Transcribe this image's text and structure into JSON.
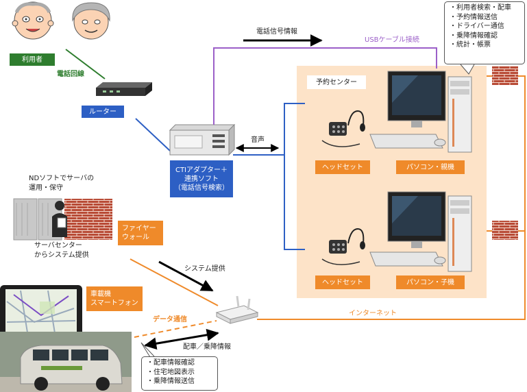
{
  "users_label": "利用者",
  "phone_line_label": "電話回線",
  "router_label": "ルーター",
  "phone_signal_label": "電話信号情報",
  "usb_label": "USBケーブル接続",
  "voice_label": "音声",
  "cti_label": [
    "CTIアダプター＋",
    "連携ソフト",
    "（電話信号検索）"
  ],
  "reservation_center_label": "予約センター",
  "headset_label_1": "ヘッドセット",
  "pc_parent_label": "パソコン・親機",
  "headset_label_2": "ヘッドセット",
  "pc_child_label": "パソコン・子機",
  "pc_functions": [
    "・利用者検索・配車",
    "・予約情報送信",
    "・ドライバー通信",
    "・乗降情報確認",
    "・統計・帳票"
  ],
  "nd_soft_label": [
    "NDソフトでサーバの",
    "運用・保守"
  ],
  "server_center_label": [
    "サーバセンター",
    "からシステム提供"
  ],
  "firewall_label": [
    "ファイヤー",
    "ウォール"
  ],
  "system_provision_label": "システム提供",
  "vehicle_label": [
    "車載機",
    "スマートフォン"
  ],
  "data_comm_label": "データ通信",
  "internet_label": "インターネット",
  "dispatch_label": "配車／乗降情報",
  "vehicle_functions": [
    "・配車情報確認",
    "・住宅地図表示",
    "・乗降情報送信"
  ],
  "colors": {
    "green": "#2e7d2e",
    "blue": "#2d5fc4",
    "orange": "#ef8a2a",
    "purple": "#9b5fc8",
    "center_bg": "#fde3c8",
    "brick": "#b84a35"
  }
}
